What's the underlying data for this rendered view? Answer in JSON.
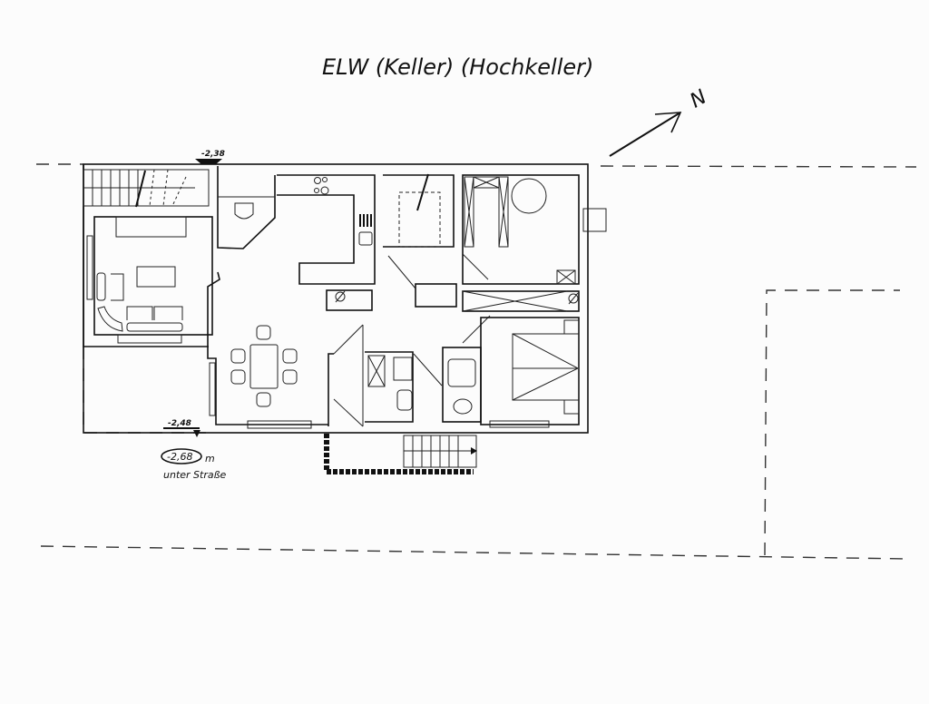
{
  "title": "ELW (Keller) (Hochkeller)",
  "north_label": "N",
  "levels": {
    "top_entry": "-2,38",
    "terrace": "-2,48",
    "circled": "-2,68",
    "circled_unit": "m",
    "circled_note": "unter Straße"
  }
}
